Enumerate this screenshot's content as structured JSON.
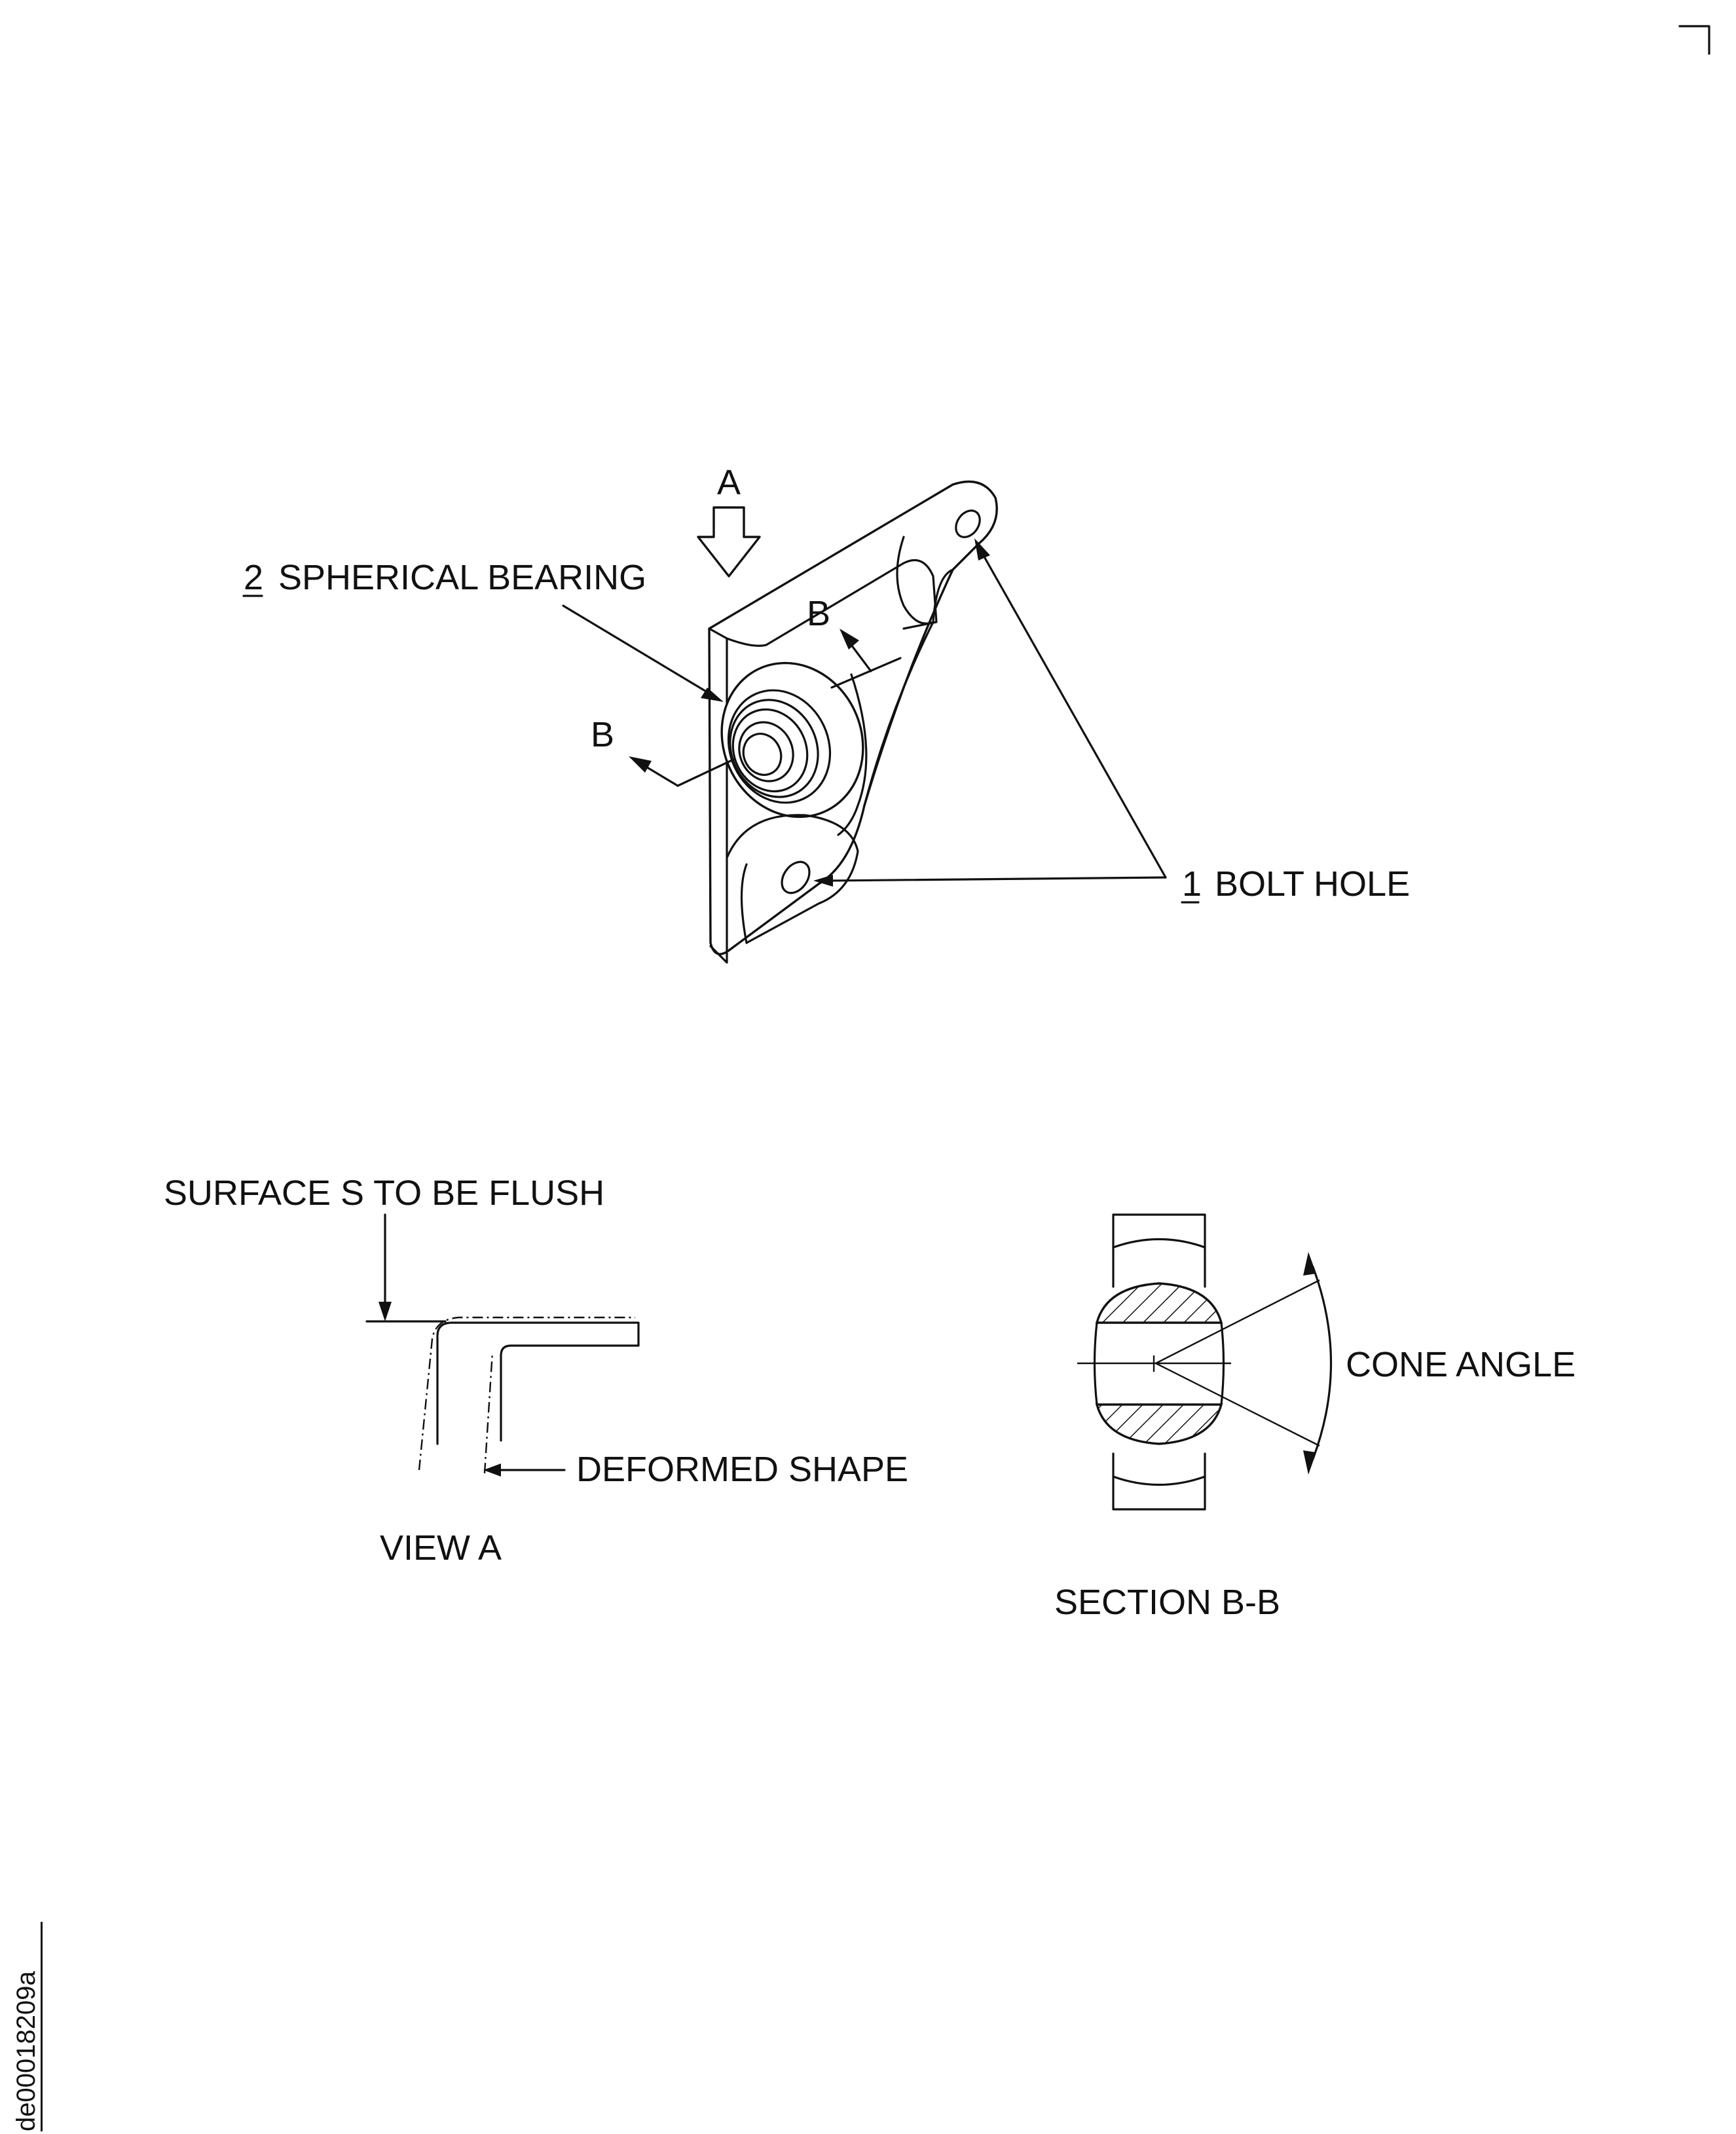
{
  "labels": {
    "view_arrow_a": "A",
    "section_mark_b_upper": "B",
    "section_mark_b_lower": "B",
    "spherical_bearing": "SPHERICAL BEARING",
    "spherical_bearing_index": "2",
    "bolt_hole": "BOLT HOLE",
    "bolt_hole_index": "1",
    "surface_flush": "SURFACE S TO BE FLUSH",
    "deformed_shape": "DEFORMED SHAPE",
    "view_a": "VIEW A",
    "cone_angle": "CONE ANGLE",
    "section_bb": "SECTION B-B"
  },
  "document_id": "de00018209a"
}
